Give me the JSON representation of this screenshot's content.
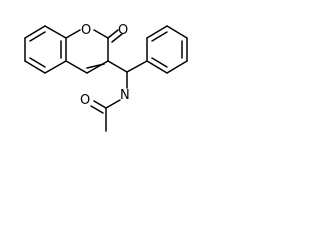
{
  "molecule": {
    "description_labels": {
      "ring_oxygen": "O",
      "carbonyl_oxygen": "O",
      "amide_oxygen": "O",
      "amide_nitrogen": "N"
    },
    "colors": {
      "bond": "#000000",
      "label": "#000000",
      "background": "#ffffff"
    }
  }
}
